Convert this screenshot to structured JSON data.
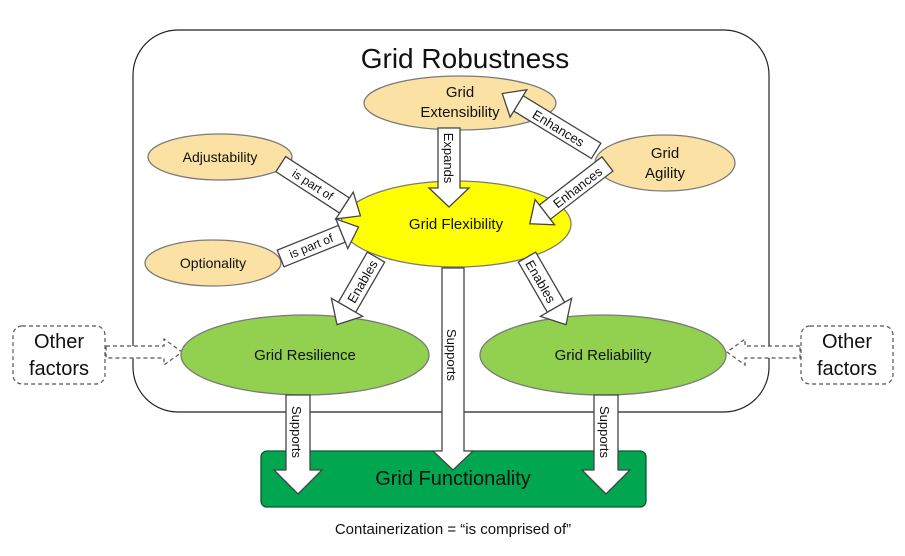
{
  "title": "Grid Robustness",
  "nodes": {
    "extensibility": {
      "line1": "Grid",
      "line2": "Extensibility"
    },
    "agility": {
      "line1": "Grid",
      "line2": "Agility"
    },
    "adjustability": "Adjustability",
    "optionality": "Optionality",
    "flexibility": "Grid Flexibility",
    "resilience": "Grid Resilience",
    "reliability": "Grid Reliability",
    "functionality": "Grid Functionality",
    "other_left": {
      "line1": "Other",
      "line2": "factors"
    },
    "other_right": {
      "line1": "Other",
      "line2": "factors"
    }
  },
  "edges": {
    "expands": "Expands",
    "enhances_top": "Enhances",
    "enhances_bottom": "Enhances",
    "is_part_of_top": "is part of",
    "is_part_of_bottom": "is part of",
    "enables_left": "Enables",
    "enables_right": "Enables",
    "supports_center": "Supports",
    "supports_left": "Supports",
    "supports_right": "Supports"
  },
  "caption": "Containerization = “is comprised of”",
  "colors": {
    "light_orange": "#fbe1a3",
    "yellow": "#ffff00",
    "light_green": "#92d050",
    "dark_green": "#00a650"
  }
}
